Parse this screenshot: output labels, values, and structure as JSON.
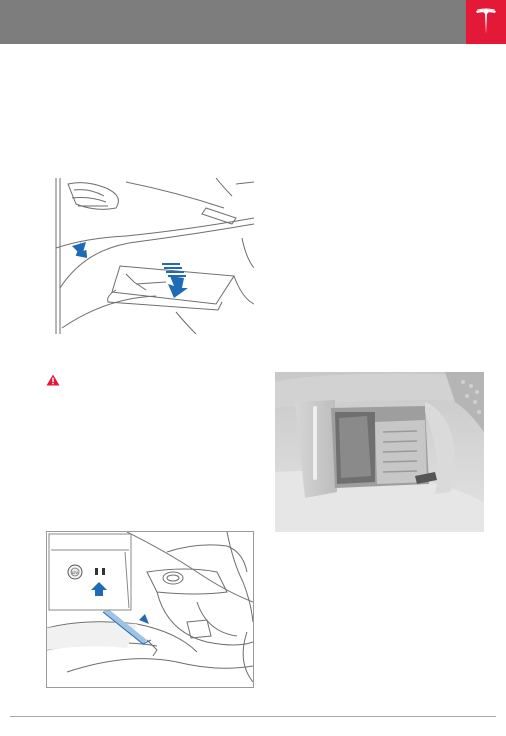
{
  "header": {
    "brand_icon": "tesla-t-logo",
    "bar_color": "#7d7d7d",
    "logo_bg_color": "#e31937"
  },
  "figures": [
    {
      "name": "glovebox-illustration",
      "arrows_color": "#1f6bb5"
    },
    {
      "name": "center-console-photo"
    },
    {
      "name": "usb-ports-illustration",
      "inset_label": "12V",
      "arrows_color": "#1f6bb5"
    }
  ],
  "warning": {
    "icon": "warning-triangle-icon",
    "color": "#e31937"
  }
}
